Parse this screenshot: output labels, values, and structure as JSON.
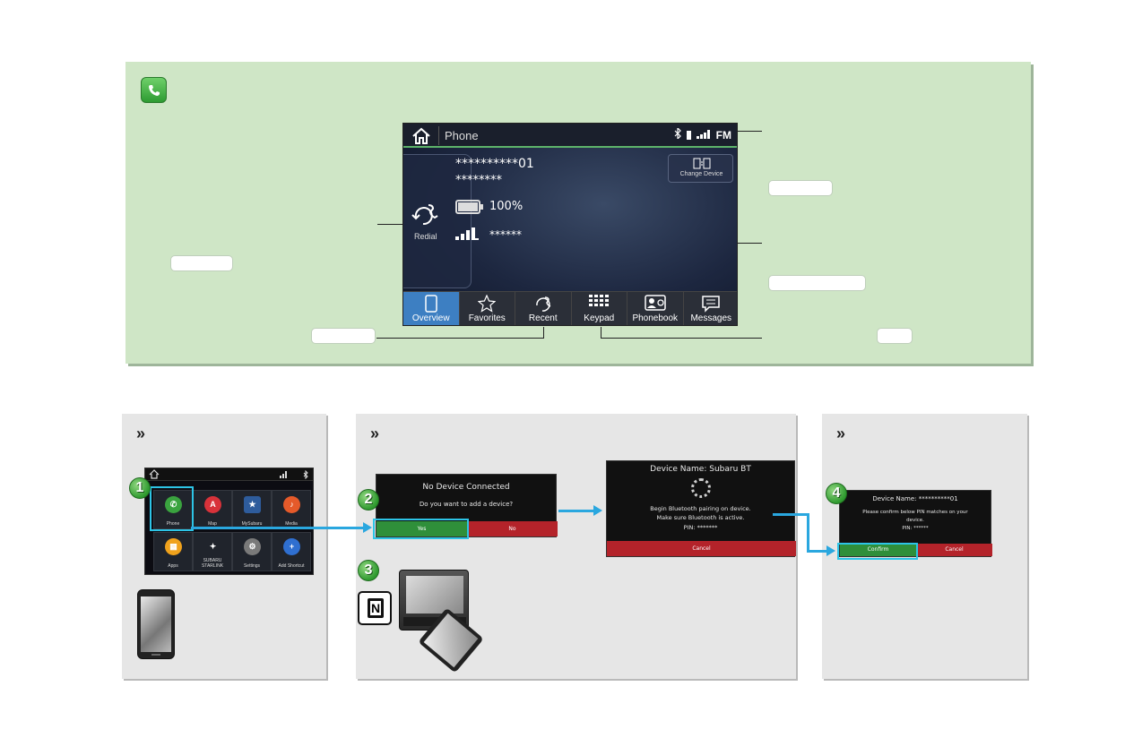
{
  "phone_screen": {
    "title": "Phone",
    "status": "FM",
    "redial_label": "Redial",
    "number_line": "**********01",
    "name_line": "********",
    "battery": "100%",
    "signal_name": "******",
    "change_device_label": "Change Device",
    "tabs": [
      "Overview",
      "Favorites",
      "Recent",
      "Keypad",
      "Phonebook",
      "Messages"
    ]
  },
  "home_screen": {
    "tiles": [
      "Phone",
      "Map",
      "MySubaru",
      "Media",
      "Apps",
      "SUBARU STARLINK",
      "Settings",
      "Add Shortcut"
    ]
  },
  "step_badges": [
    "1",
    "2",
    "3",
    "4"
  ],
  "dialog_no_device": {
    "title": "No Device Connected",
    "question": "Do you want to add a device?",
    "yes_label": "Yes",
    "no_label": "No"
  },
  "dialog_pairing": {
    "title": "Device Name: Subaru BT",
    "line1": "Begin Bluetooth pairing on device.",
    "line2": "Make sure Bluetooth is active.",
    "pin": "PIN: *******",
    "cancel_label": "Cancel"
  },
  "dialog_confirm": {
    "title": "Device Name: **********01",
    "line1": "Please confirm below PIN matches on your",
    "line2": "device.",
    "pin": "PIN: ******",
    "confirm_label": "Confirm",
    "cancel_label": "Cancel"
  },
  "card_chevron": "»",
  "nfc_label": "N",
  "colors": {
    "panel_green": "#cfe6c6",
    "card_gray": "#e6e6e6",
    "accent_blue": "#2aa7df",
    "yes_green": "#2f8f3a",
    "no_red": "#b4232a",
    "highlight": "#2dc4e6"
  }
}
